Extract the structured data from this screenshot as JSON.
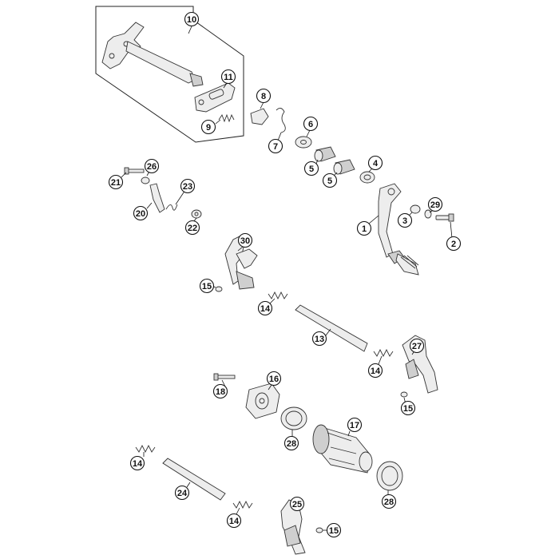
{
  "callouts": [
    {
      "id": "c10",
      "label": "10"
    },
    {
      "id": "c11",
      "label": "11"
    },
    {
      "id": "c9",
      "label": "9"
    },
    {
      "id": "c8",
      "label": "8"
    },
    {
      "id": "c7",
      "label": "7"
    },
    {
      "id": "c6",
      "label": "6"
    },
    {
      "id": "c5a",
      "label": "5"
    },
    {
      "id": "c5b",
      "label": "5"
    },
    {
      "id": "c4",
      "label": "4"
    },
    {
      "id": "c21",
      "label": "21"
    },
    {
      "id": "c26",
      "label": "26"
    },
    {
      "id": "c23",
      "label": "23"
    },
    {
      "id": "c20",
      "label": "20"
    },
    {
      "id": "c22",
      "label": "22"
    },
    {
      "id": "c29",
      "label": "29"
    },
    {
      "id": "c3",
      "label": "3"
    },
    {
      "id": "c1",
      "label": "1"
    },
    {
      "id": "c2",
      "label": "2"
    },
    {
      "id": "c30",
      "label": "30"
    },
    {
      "id": "c15a",
      "label": "15"
    },
    {
      "id": "c14a",
      "label": "14"
    },
    {
      "id": "c13",
      "label": "13"
    },
    {
      "id": "c27",
      "label": "27"
    },
    {
      "id": "c14b",
      "label": "14"
    },
    {
      "id": "c16",
      "label": "16"
    },
    {
      "id": "c18",
      "label": "18"
    },
    {
      "id": "c15b",
      "label": "15"
    },
    {
      "id": "c17",
      "label": "17"
    },
    {
      "id": "c28a",
      "label": "28"
    },
    {
      "id": "c14c",
      "label": "14"
    },
    {
      "id": "c24",
      "label": "24"
    },
    {
      "id": "c28b",
      "label": "28"
    },
    {
      "id": "c25",
      "label": "25"
    },
    {
      "id": "c14d",
      "label": "14"
    },
    {
      "id": "c15c",
      "label": "15"
    }
  ]
}
